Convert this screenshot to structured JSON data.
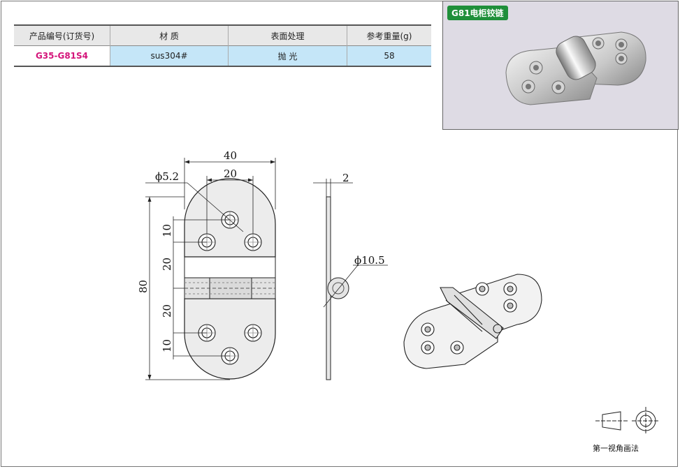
{
  "table": {
    "headers": [
      "产品编号(订货号)",
      "材 质",
      "表面处理",
      "参考重量(g)"
    ],
    "row": [
      "G35-G81S4",
      "sus304#",
      "抛 光",
      "58"
    ]
  },
  "photo": {
    "badge": "G81电柜铰链"
  },
  "dims": {
    "width": "40",
    "hole_spacing": "20",
    "hole_dia": "ϕ5.2",
    "height": "80",
    "v10_top": "10",
    "v20_top": "20",
    "v20_bottom": "20",
    "v10_bottom": "10",
    "thickness": "2",
    "knuckle_dia": "ϕ10.5"
  },
  "projection": {
    "label": "第一视角画法"
  },
  "colors": {
    "code": "#d4147a",
    "row": "#c5e6f8",
    "badge": "#1f8f3a"
  }
}
